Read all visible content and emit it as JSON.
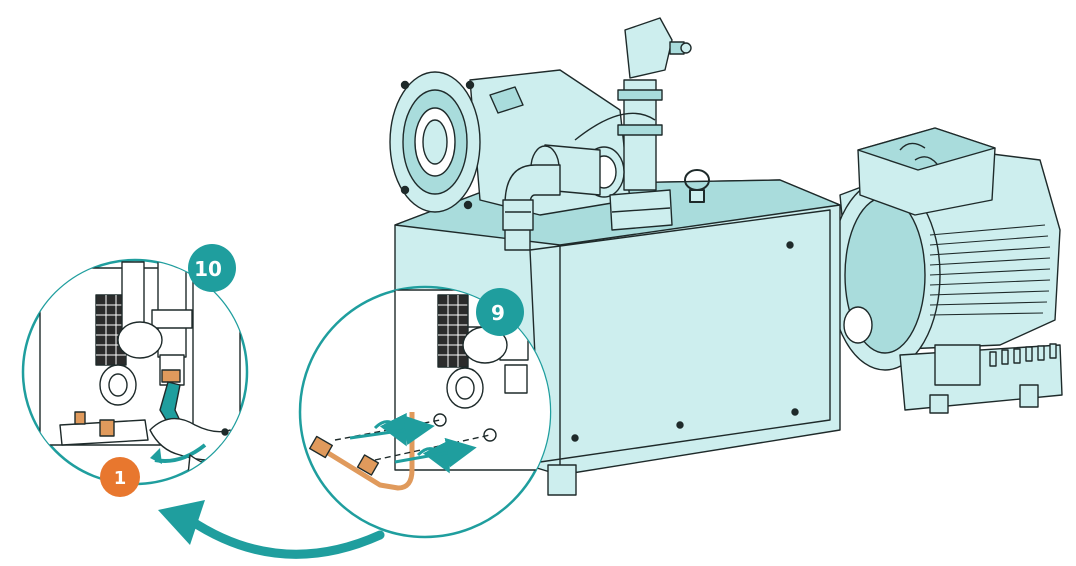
{
  "colors": {
    "pump_fill": "#cdeeee",
    "pump_fill_dark": "#a9dcdc",
    "outline": "#1e2a2a",
    "teal": "#1f9e9e",
    "orange": "#e8772e",
    "copper": "#e09a5c",
    "grille": "#2b2b2b"
  },
  "callouts": {
    "step_10": "10",
    "step_9": "9",
    "step_1": "1"
  },
  "icons": {
    "step_badge": "circle-badge-icon",
    "rotation_arrow": "curved-arrow-icon",
    "wrench": "wrench-icon",
    "hand": "hand-icon"
  }
}
